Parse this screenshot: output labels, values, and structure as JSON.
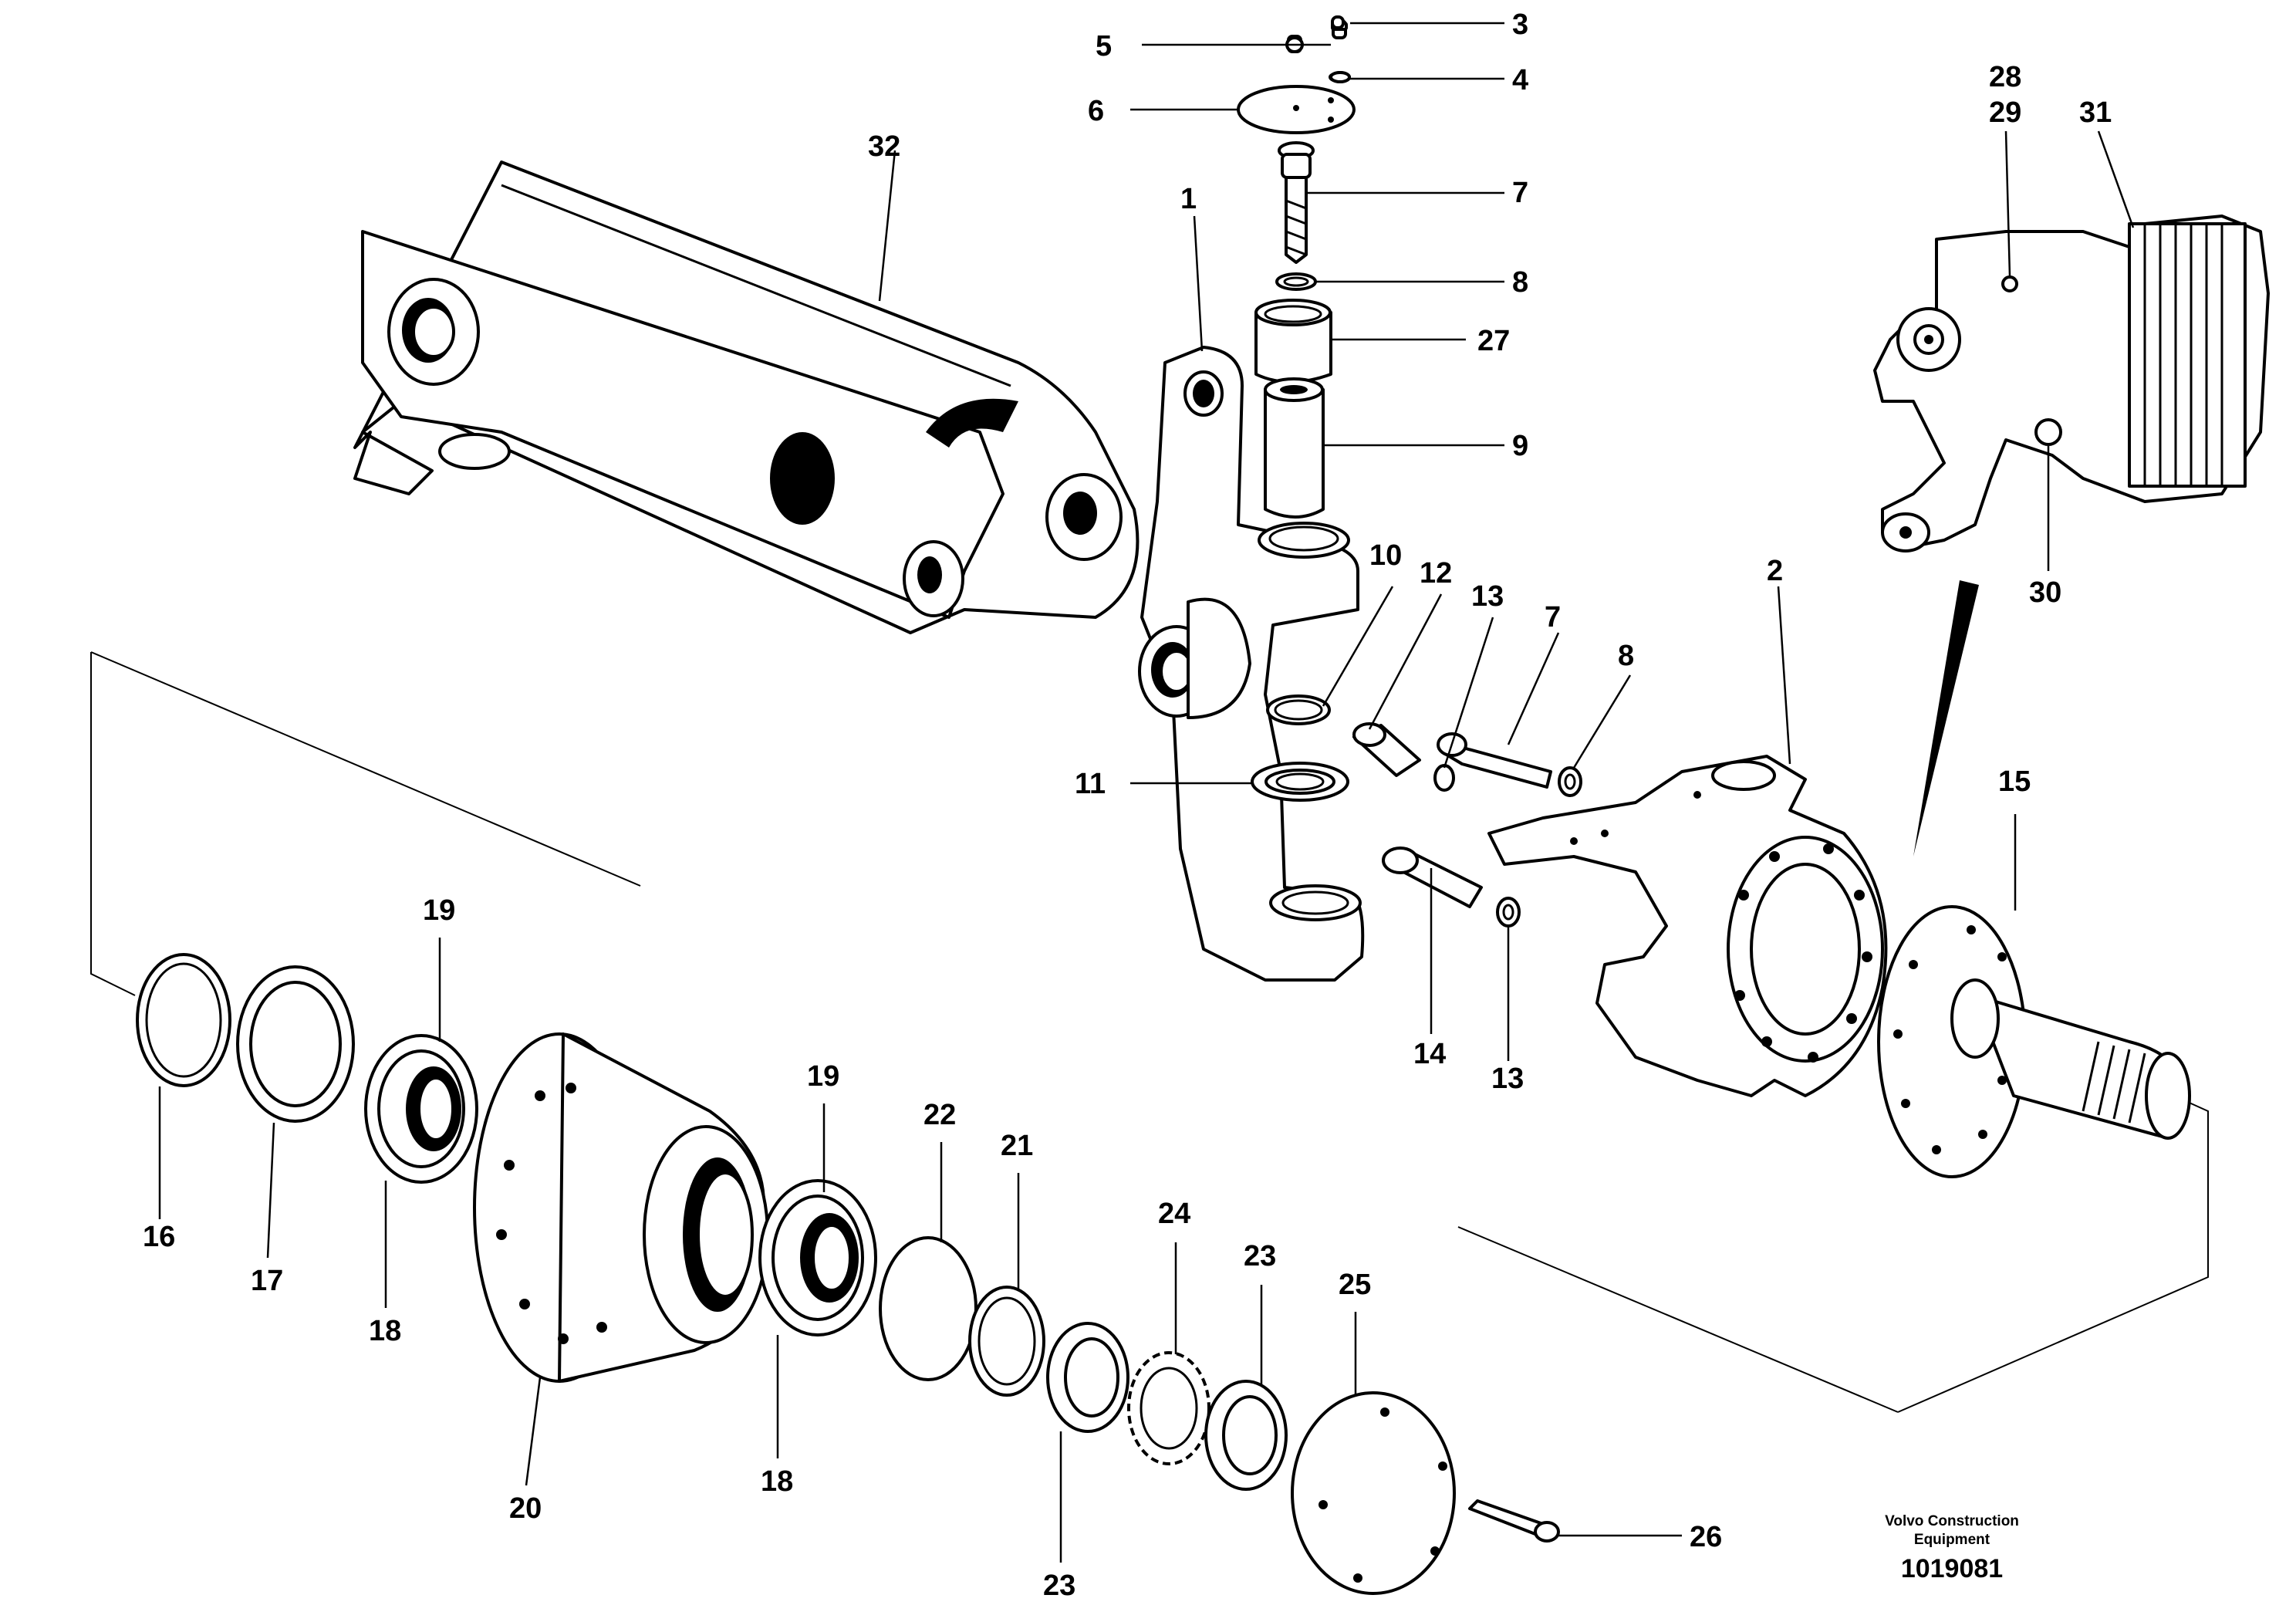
{
  "credit": {
    "maker_line1": "Volvo Construction",
    "maker_line2": "Equipment",
    "drawing_number": "1019081"
  },
  "callouts": [
    {
      "id": "c1",
      "text": "1"
    },
    {
      "id": "c2",
      "text": "2"
    },
    {
      "id": "c3",
      "text": "3"
    },
    {
      "id": "c4",
      "text": "4"
    },
    {
      "id": "c5",
      "text": "5"
    },
    {
      "id": "c6",
      "text": "6"
    },
    {
      "id": "c7a",
      "text": "7"
    },
    {
      "id": "c7b",
      "text": "7"
    },
    {
      "id": "c8a",
      "text": "8"
    },
    {
      "id": "c8b",
      "text": "8"
    },
    {
      "id": "c9",
      "text": "9"
    },
    {
      "id": "c10",
      "text": "10"
    },
    {
      "id": "c11",
      "text": "11"
    },
    {
      "id": "c12",
      "text": "12"
    },
    {
      "id": "c13a",
      "text": "13"
    },
    {
      "id": "c13b",
      "text": "13"
    },
    {
      "id": "c14",
      "text": "14"
    },
    {
      "id": "c15",
      "text": "15"
    },
    {
      "id": "c16",
      "text": "16"
    },
    {
      "id": "c17",
      "text": "17"
    },
    {
      "id": "c18a",
      "text": "18"
    },
    {
      "id": "c18b",
      "text": "18"
    },
    {
      "id": "c19a",
      "text": "19"
    },
    {
      "id": "c19b",
      "text": "19"
    },
    {
      "id": "c20",
      "text": "20"
    },
    {
      "id": "c21",
      "text": "21"
    },
    {
      "id": "c22",
      "text": "22"
    },
    {
      "id": "c23a",
      "text": "23"
    },
    {
      "id": "c23b",
      "text": "23"
    },
    {
      "id": "c24",
      "text": "24"
    },
    {
      "id": "c25",
      "text": "25"
    },
    {
      "id": "c26",
      "text": "26"
    },
    {
      "id": "c27",
      "text": "27"
    },
    {
      "id": "c28",
      "text": "28"
    },
    {
      "id": "c29",
      "text": "29"
    },
    {
      "id": "c30",
      "text": "30"
    },
    {
      "id": "c31",
      "text": "31"
    },
    {
      "id": "c32",
      "text": "32"
    }
  ]
}
